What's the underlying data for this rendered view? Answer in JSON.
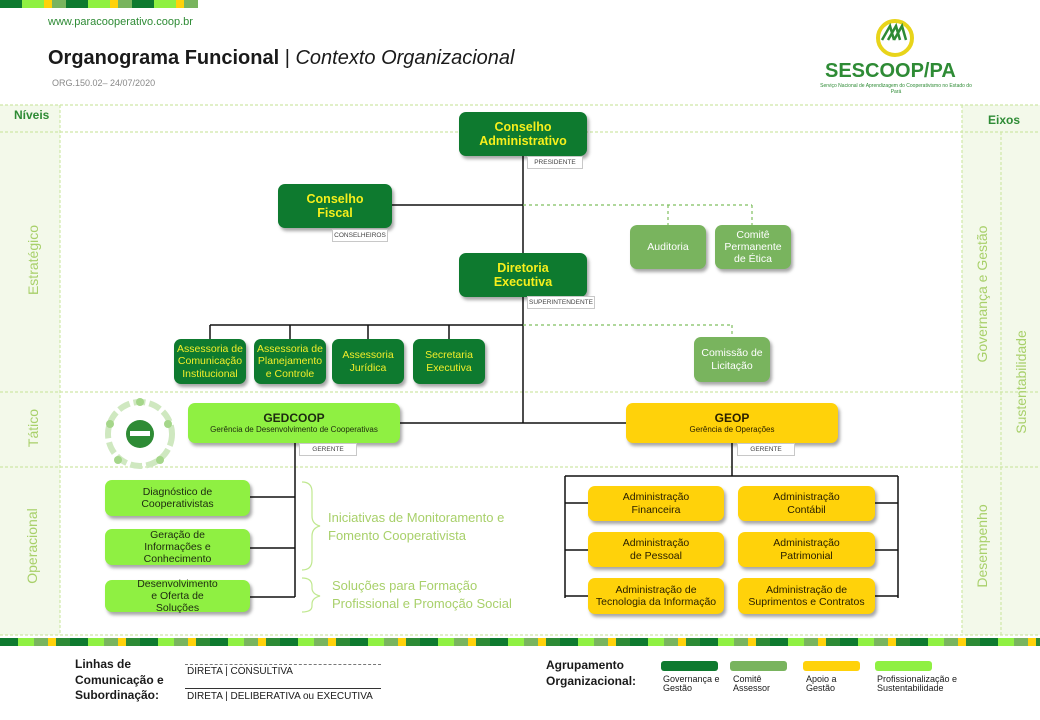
{
  "header": {
    "url": "www.paracooperativo.coop.br",
    "title_bold": "Organograma Funcional",
    "title_sep": "|",
    "title_italic": "Contexto Organizacional",
    "doc_code": "ORG.150.02– 24/07/2020",
    "brand_name": "SESCOOP/PA",
    "brand_tagline": "Serviço Nacional de Aprendizagem do Cooperativismo no Estado do Pará"
  },
  "axes": {
    "levels_title": "Níveis",
    "levels": [
      "Estratégico",
      "Tático",
      "Operacional"
    ],
    "eixos_title": "Eixos",
    "eixos": [
      "Governança e Gestão",
      "Desempenho",
      "Sustentabilidade"
    ]
  },
  "nodes": {
    "conselho_adm": "Conselho Administrativo",
    "conselho_adm_role": "PRESIDENTE",
    "conselho_fiscal": "Conselho Fiscal",
    "conselho_fiscal_role": "CONSELHEIROS",
    "auditoria": "Auditoria",
    "comite_etica": "Comitê Permanente de Ética",
    "diretoria": "Diretoria Executiva",
    "diretoria_role": "SUPERINTENDENTE",
    "assess_com": "Assessoria de Comunicação Institucional",
    "assess_plan": "Assessoria de Planejamento e Controle",
    "assess_jur": "Assessoria Jurídica",
    "secretaria": "Secretaria Executiva",
    "comissao": "Comissão de Licitação",
    "gedcoop": "GEDCOOP",
    "gedcoop_sub": "Gerência de Desenvolvimento  de Cooperativas",
    "gedcoop_role": "GERENTE",
    "geop": "GEOP",
    "geop_sub": "Gerência de Operações",
    "geop_role": "GERENTE",
    "diag": "Diagnóstico de Cooperativistas",
    "geracao": "Geração de Informações e Conhecimento",
    "desenv": "Desenvolvimento e Oferta de Soluções",
    "iniciativas": "Iniciativas de Monitoramento e Fomento Cooperativista",
    "solucoes": "Soluções para Formação Profissional e Promoção Social",
    "adm_fin": "Administração Financeira",
    "adm_cont": "Administração Contábil",
    "adm_pes": "Administração de Pessoal",
    "adm_pat": "Administração Patrimonial",
    "adm_ti": "Administração de Tecnologia da Informação",
    "adm_sup": "Administração de Suprimentos e Contratos"
  },
  "legend": {
    "lines_title": "Linhas de Comunicação e Subordinação:",
    "line_dashed": "DIRETA | CONSULTIVA",
    "line_solid": "DIRETA | DELIBERATIVA ou EXECUTIVA",
    "group_title": "Agrupamento Organizacional:",
    "groups": [
      {
        "label": "Governança e Gestão",
        "color": "#0e7a2f"
      },
      {
        "label": "Comitê Assessor",
        "color": "#79b45e"
      },
      {
        "label": "Apoio a Gestão",
        "color": "#ffd20a"
      },
      {
        "label": "Profissionalização e Sustentabilidade",
        "color": "#8ff042"
      }
    ]
  },
  "colors": {
    "dark_green": "#0e7a2f",
    "light_green": "#79b45e",
    "yellow": "#ffd20a",
    "lime": "#8ff042"
  }
}
